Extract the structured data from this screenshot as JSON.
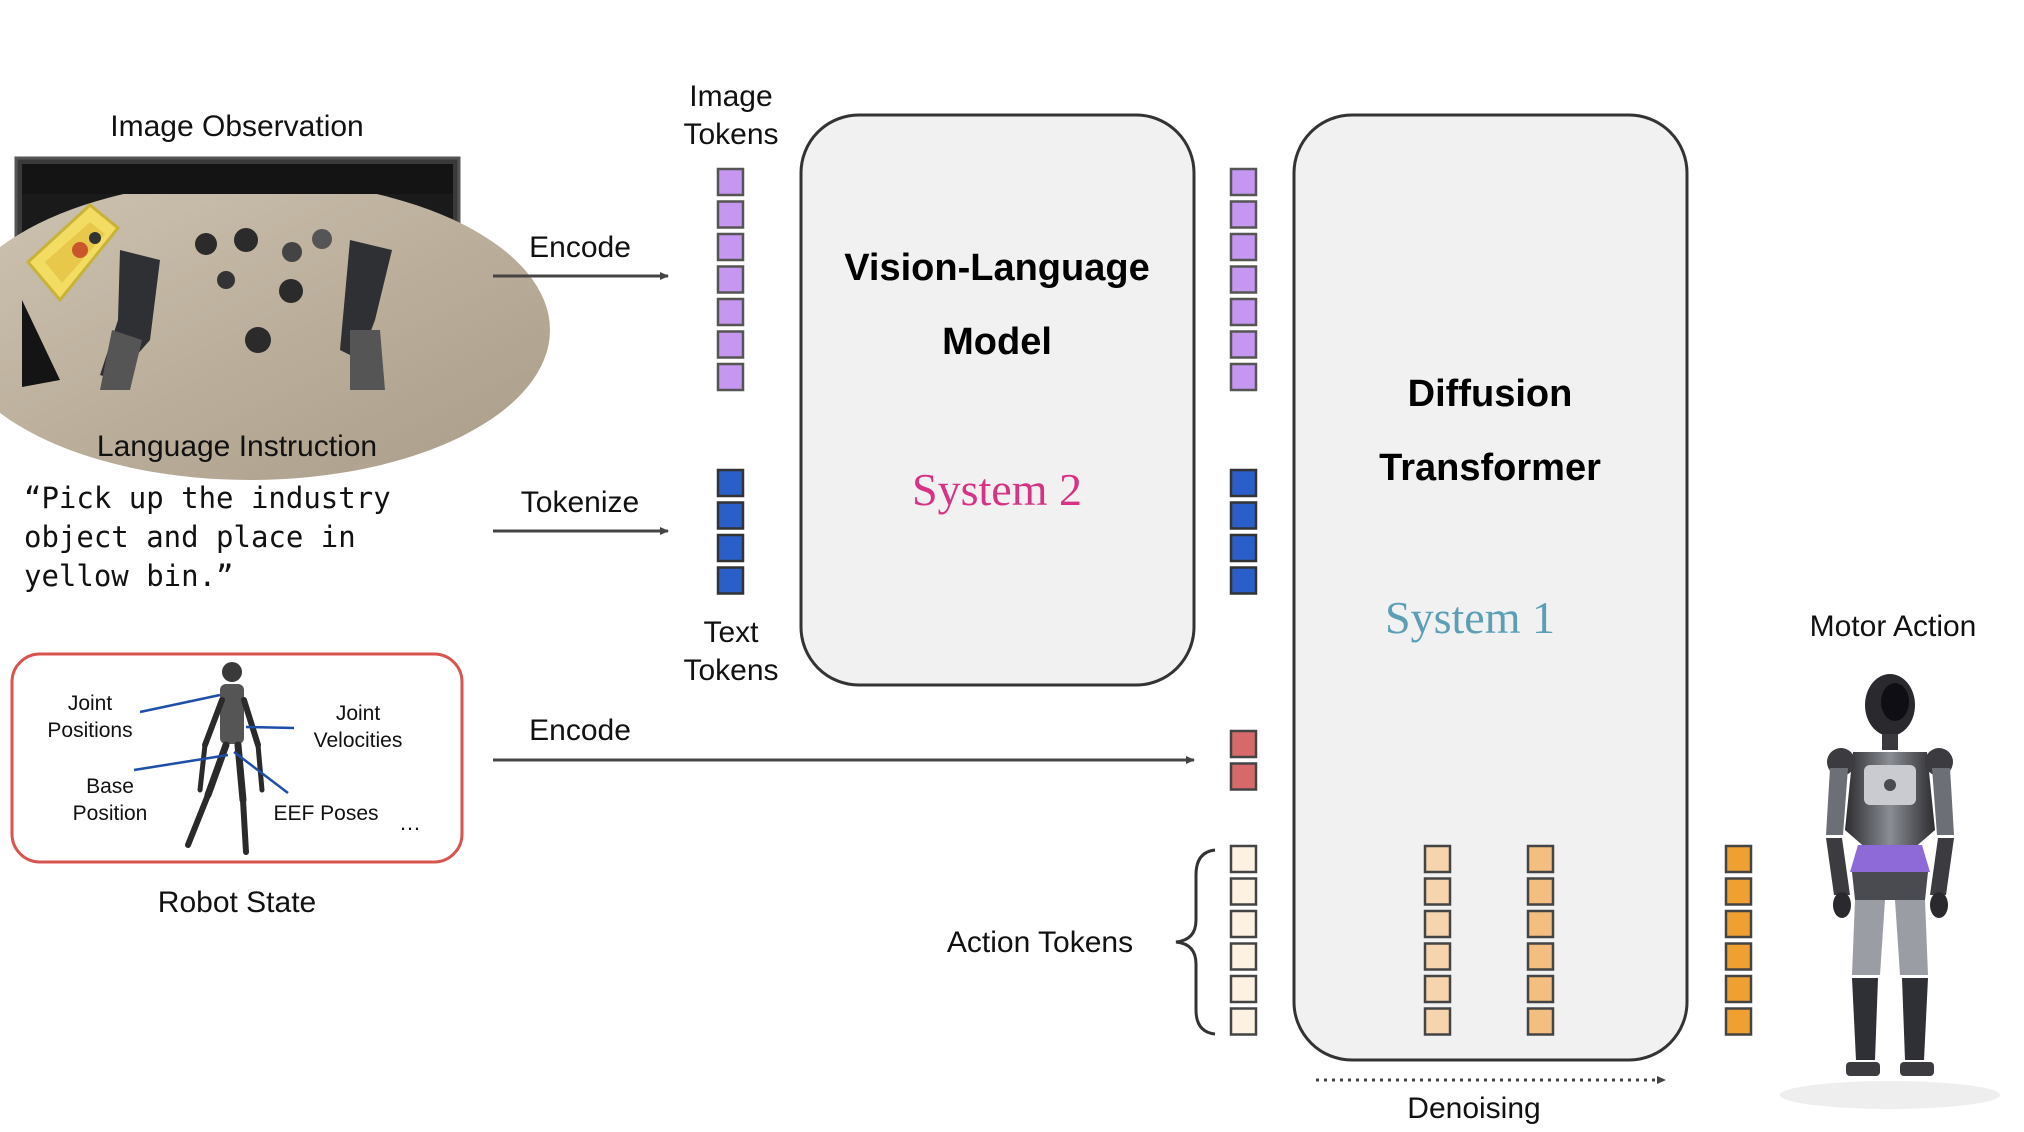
{
  "inputs": {
    "image_label": "Image Observation",
    "language_label": "Language Instruction",
    "instruction_lines": [
      "“Pick up the industry",
      "object and place in",
      "yellow bin.”"
    ],
    "robot_state_label": "Robot State",
    "robot_state_annotations": {
      "joint_positions": [
        "Joint",
        "Positions"
      ],
      "joint_velocities": [
        "Joint",
        "Velocities"
      ],
      "base_position": [
        "Base",
        "Position"
      ],
      "eef_poses": "EEF Poses",
      "ellipsis": "…"
    }
  },
  "arrows": {
    "encode_image": "Encode",
    "tokenize": "Tokenize",
    "encode_state": "Encode"
  },
  "token_labels": {
    "image_tokens": [
      "Image",
      "Tokens"
    ],
    "text_tokens": [
      "Text",
      "Tokens"
    ],
    "action_tokens": "Action Tokens"
  },
  "vlm": {
    "title_lines": [
      "Vision-Language",
      "Model"
    ],
    "system_label": "System 2",
    "system_color": "#d63384"
  },
  "dit": {
    "title_lines": [
      "Diffusion",
      "Transformer"
    ],
    "system_label": "System 1",
    "system_color": "#5a9fb5"
  },
  "denoising_label": "Denoising",
  "output_label": "Motor Action",
  "token_counts": {
    "image": 7,
    "text": 4,
    "state": 2,
    "action": 6
  },
  "colors": {
    "image_token": "#c597f0",
    "text_token": "#2a5fc9",
    "state_token": "#d66a6a",
    "action_token_noisy": "#fdf1e2",
    "action_token_mid": "#f6d4ad",
    "action_token_less": "#f3be7f",
    "action_token_clean": "#f0a030",
    "robot_state_border": "#d9534f",
    "box_fill": "#f1f1f1"
  }
}
